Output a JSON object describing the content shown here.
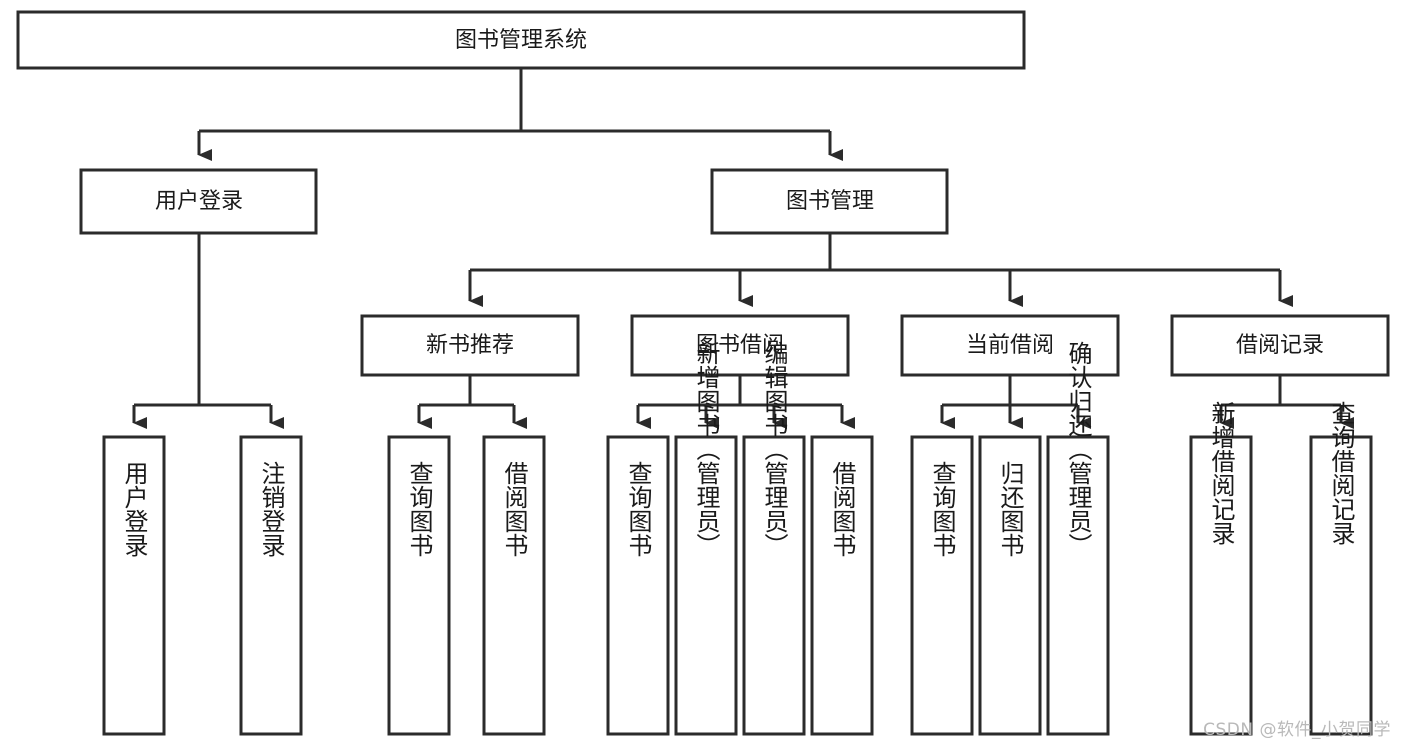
{
  "diagram": {
    "type": "tree-hierarchy-chart",
    "title": "图书管理系统",
    "watermark": "CSDN @软件_小贺同学",
    "colors": {
      "stroke": "#2b2b2b",
      "fill": "#ffffff",
      "text": "#1a1a1a",
      "watermark": "#b9b9b9"
    },
    "root": {
      "label": "图书管理系统"
    },
    "level2": [
      {
        "label": "用户登录"
      },
      {
        "label": "图书管理"
      }
    ],
    "level3": [
      {
        "label": "新书推荐"
      },
      {
        "label": "图书借阅"
      },
      {
        "label": "当前借阅"
      },
      {
        "label": "借阅记录"
      }
    ],
    "leaves": {
      "user_login": [
        {
          "label": "用户登录"
        },
        {
          "label": "注销登录"
        }
      ],
      "new_book_recommend": [
        {
          "label": "查询图书"
        },
        {
          "label": "借阅图书"
        }
      ],
      "book_borrow": [
        {
          "label": "查询图书"
        },
        {
          "label": "新增图书（管理员）"
        },
        {
          "label": "编辑图书（管理员）"
        },
        {
          "label": "借阅图书"
        }
      ],
      "current_borrow": [
        {
          "label": "查询图书"
        },
        {
          "label": "归还图书"
        },
        {
          "label": "确认归还（管理员）"
        }
      ],
      "borrow_record": [
        {
          "label": "新增借阅记录"
        },
        {
          "label": "查询借阅记录"
        }
      ]
    }
  }
}
